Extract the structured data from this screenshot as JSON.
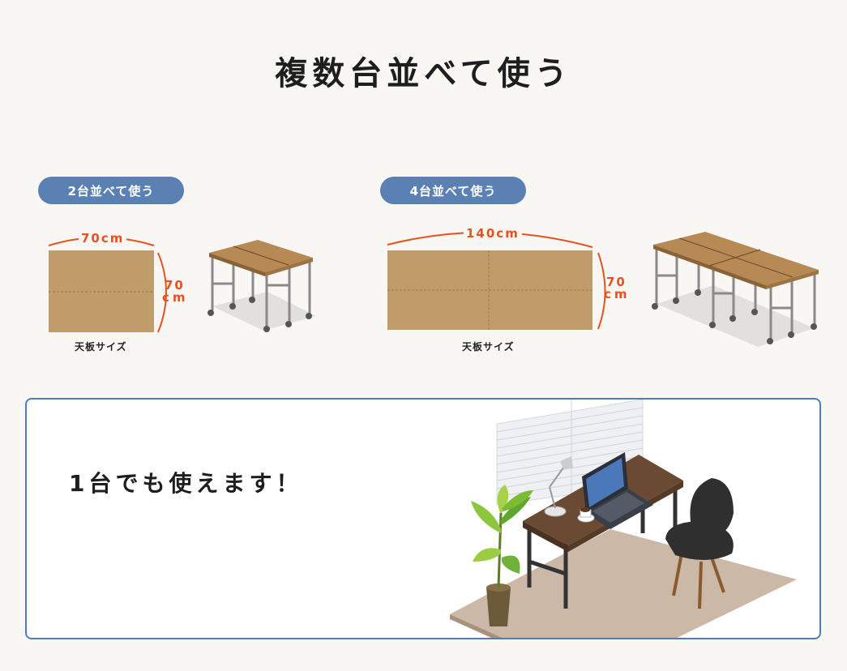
{
  "page": {
    "title": "複数台並べて使う"
  },
  "two_tables": {
    "pill_label": "2台並べて使う",
    "width_label": "70cm",
    "depth_value": "70",
    "depth_unit": "cm",
    "caption": "天板サイズ"
  },
  "four_tables": {
    "pill_label": "4台並べて使う",
    "width_label": "140cm",
    "depth_value": "70",
    "depth_unit": "cm",
    "caption": "天板サイズ"
  },
  "single": {
    "text": "1台でも使えます！"
  },
  "colors": {
    "accent_blue": "#5b80b4",
    "dimension_orange": "#e8501e",
    "tabletop_tan": "#c19c6b",
    "desk_brown": "#6b4a33"
  }
}
